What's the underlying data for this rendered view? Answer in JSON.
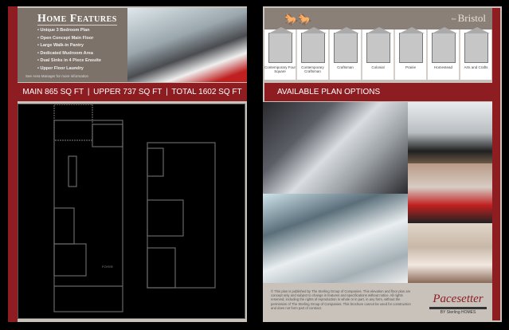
{
  "left_page": {
    "features_title": "Home Features",
    "features": [
      "Unique 3 Bedroom Plan",
      "Open Concept Main Floor",
      "Large Walk-in Pantry",
      "Dedicated Mudroom Area",
      "Dual Sinks in 4 Piece Ensuite",
      "Upper Floor Laundry"
    ],
    "note": "See Area Manager for more information",
    "sqft": {
      "main": "MAIN 865 SQ FT",
      "sep": "|",
      "upper": "UPPER  737 SQ FT",
      "total": "TOTAL 1602 SQ FT"
    },
    "floor_plan_labels": {
      "foyer": "FOYER"
    }
  },
  "right_page": {
    "model_name": "Bristol",
    "model_prefix": "the",
    "elevations": [
      "Contemporary Four Square",
      "Contemporary Craftsman",
      "Craftsman",
      "Colonial",
      "Prairie",
      "Homestead",
      "Arts and Crafts"
    ],
    "section_title": "AVAILABLE PLAN OPTIONS",
    "disclaimer": "© This plan is published by The Sterling Group of Companies. This elevation and floor plan are concept only and subject to change in features and specifications without notice. All rights reserved, including the rights of reproduction in whole or in part, in any form, without the permission of The Sterling Group of Companies. This brochure cannot be used for construction and does not form part of contract.",
    "logo": {
      "name": "Pacesetter",
      "by": "BY Sterling HOMES"
    }
  },
  "colors": {
    "accent": "#8e1d22",
    "taupe": "#7c726a",
    "background": "#c9c2bb"
  }
}
